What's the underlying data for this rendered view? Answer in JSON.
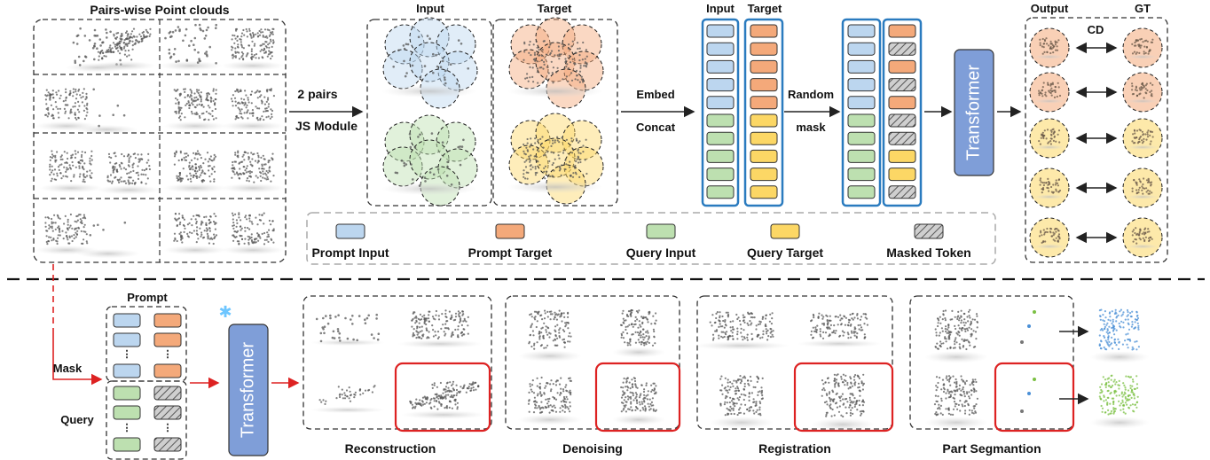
{
  "top": {
    "pairs_title": "Pairs-wise Point clouds",
    "step1": "2 pairs",
    "step1b": "JS Module",
    "input_label": "Input",
    "target_label": "Target",
    "col_input": "Input",
    "col_target": "Target",
    "embed": "Embed",
    "concat": "Concat",
    "random": "Random",
    "mask": "mask",
    "transformer": "Transformer",
    "output": "Output",
    "gt": "GT",
    "cd": "CD"
  },
  "legend": [
    {
      "label": "Prompt Input",
      "color": "#bcd6ef",
      "hatch": false
    },
    {
      "label": "Prompt Target",
      "color": "#f4a97a",
      "hatch": false
    },
    {
      "label": "Query Input",
      "color": "#bde0b0",
      "hatch": false
    },
    {
      "label": "Query Target",
      "color": "#fcd765",
      "hatch": false
    },
    {
      "label": "Masked Token",
      "color": "#cfcfcf",
      "hatch": true
    }
  ],
  "bottom": {
    "prompt": "Prompt",
    "mask": "Mask",
    "query": "Query",
    "dots": "⋮",
    "transformer": "Transformer",
    "tasks": [
      "Reconstruction",
      "Denoising",
      "Registration",
      "Part Segmantion"
    ]
  },
  "colors": {
    "prompt_input": "#bcd6ef",
    "prompt_target": "#f4a97a",
    "query_input": "#bde0b0",
    "query_target": "#fcd765",
    "masked": "#cfcfcf",
    "transformer": "#7f9ed8",
    "border_blue": "#2a7bbf",
    "red": "#d22222"
  }
}
